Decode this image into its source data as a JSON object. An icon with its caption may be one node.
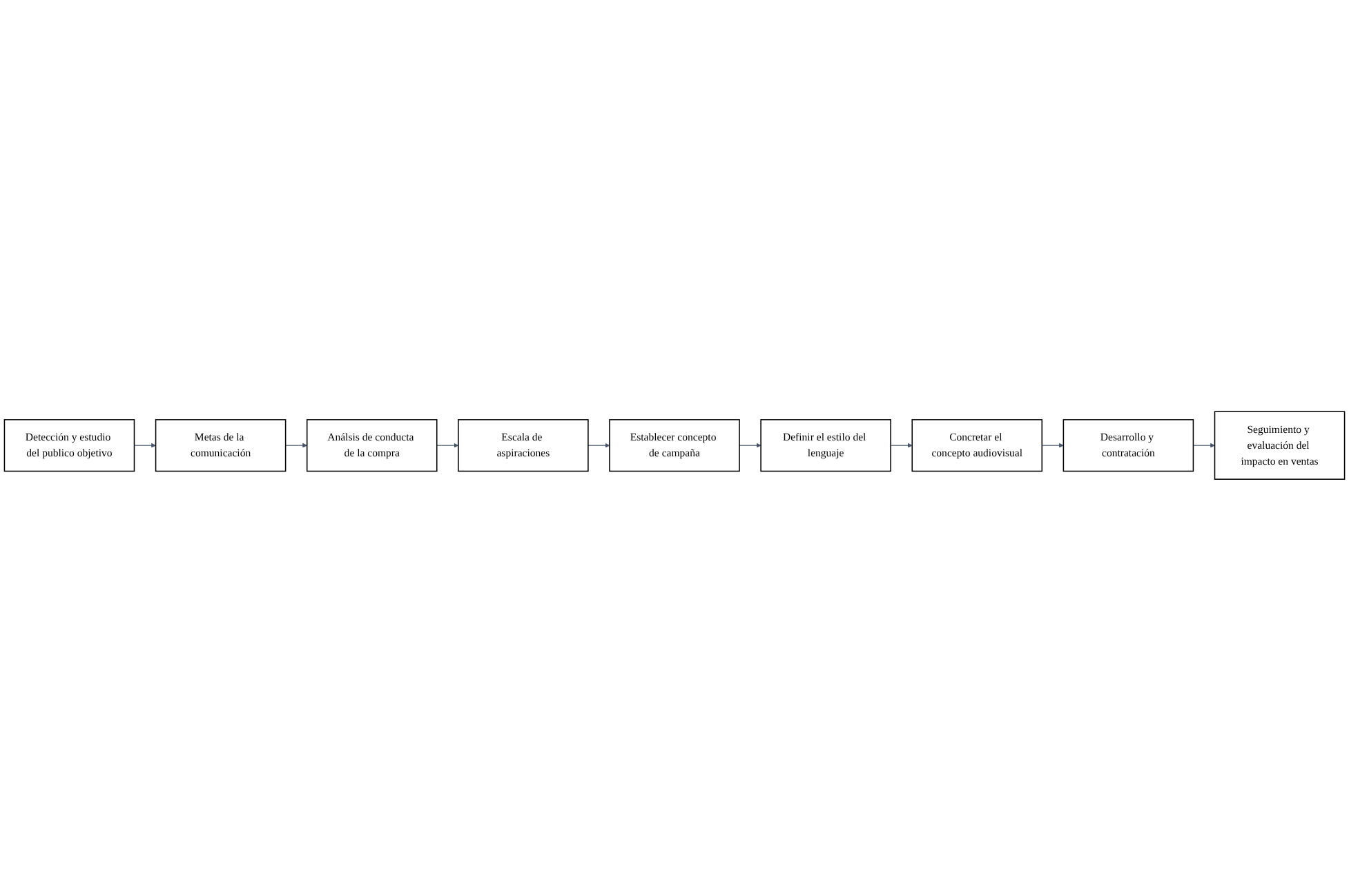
{
  "diagram": {
    "nodes": [
      {
        "text": [
          "Detección y estudio del publico objetivo"
        ]
      },
      {
        "text": [
          "Metas de la comunicación"
        ]
      },
      {
        "text": [
          "Análsis de conducta de la compra"
        ]
      },
      {
        "text": [
          "Escala de aspiraciones"
        ]
      },
      {
        "text": [
          "Establecer concepto de campaña"
        ]
      },
      {
        "text": [
          "Definir el estilo del lenguaje"
        ]
      },
      {
        "text": [
          "Concretar el concepto audiovisual"
        ]
      },
      {
        "text": [
          "Desarrollo y contratación"
        ]
      },
      {
        "text": [
          "Seguimiento y evaluación del impacto en ventas"
        ]
      }
    ],
    "edges": [
      {
        "from": 0,
        "to": 1,
        "arrow": "to"
      },
      {
        "from": 1,
        "to": 2,
        "arrow": "to"
      },
      {
        "from": 2,
        "to": 3,
        "arrow": "to"
      },
      {
        "from": 3,
        "to": 4,
        "arrow": "to"
      },
      {
        "from": 4,
        "to": 5,
        "arrow": "to"
      },
      {
        "from": 5,
        "to": 6,
        "arrow": "to"
      },
      {
        "from": 6,
        "to": 7,
        "arrow": "to"
      },
      {
        "from": 7,
        "to": 8,
        "arrow": "to"
      }
    ]
  }
}
